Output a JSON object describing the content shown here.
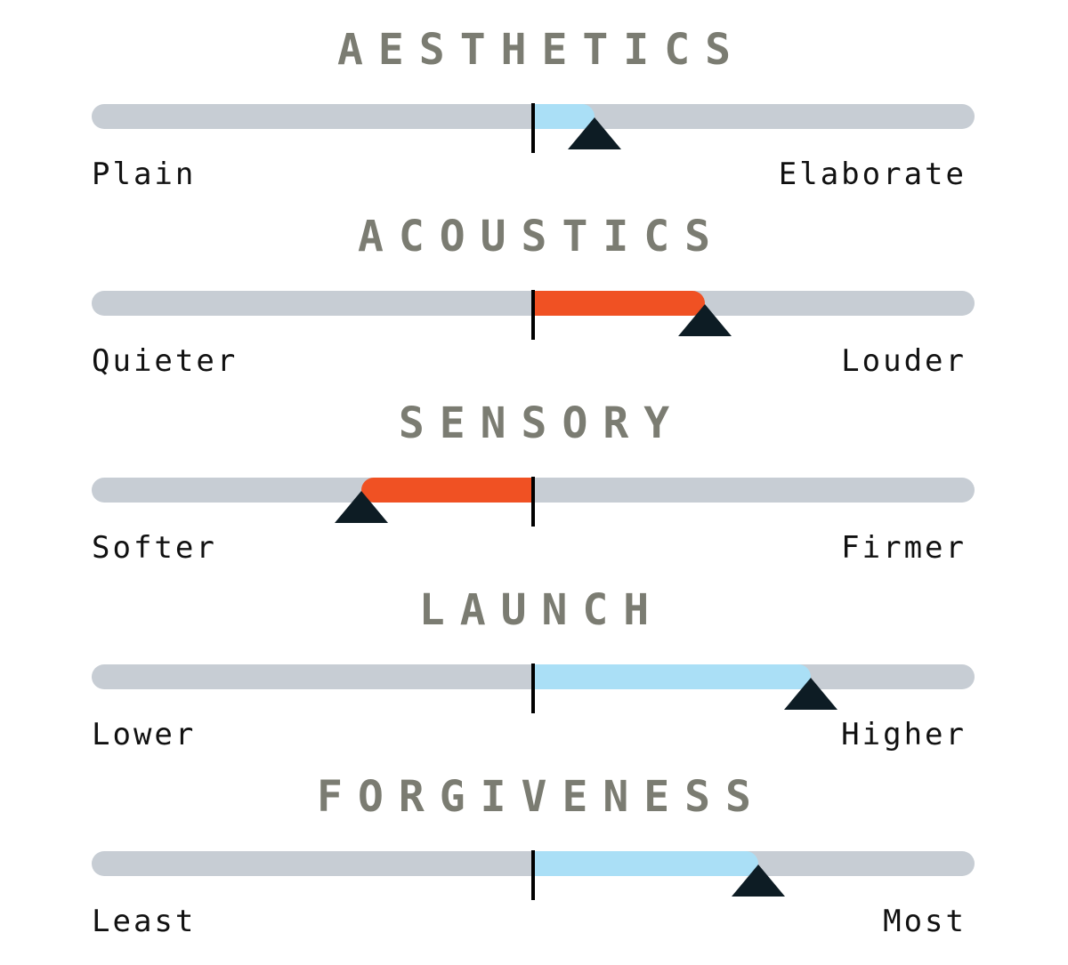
{
  "colors": {
    "track": "#c7cdd4",
    "fill_blue": "#aadff6",
    "fill_orange": "#f05123",
    "marker": "#0d1c24",
    "title": "#7b7c72"
  },
  "marker_icon": "triangle-up",
  "scales": [
    {
      "title": "AESTHETICS",
      "left_label": "Plain",
      "right_label": "Elaborate",
      "value": 0.14,
      "fill_color": "#aadff6"
    },
    {
      "title": "ACOUSTICS",
      "left_label": "Quieter",
      "right_label": "Louder",
      "value": 0.39,
      "fill_color": "#f05123"
    },
    {
      "title": "SENSORY",
      "left_label": "Softer",
      "right_label": "Firmer",
      "value": -0.39,
      "fill_color": "#f05123"
    },
    {
      "title": "LAUNCH",
      "left_label": "Lower",
      "right_label": "Higher",
      "value": 0.63,
      "fill_color": "#aadff6"
    },
    {
      "title": "FORGIVENESS",
      "left_label": "Least",
      "right_label": "Most",
      "value": 0.51,
      "fill_color": "#aadff6"
    }
  ]
}
